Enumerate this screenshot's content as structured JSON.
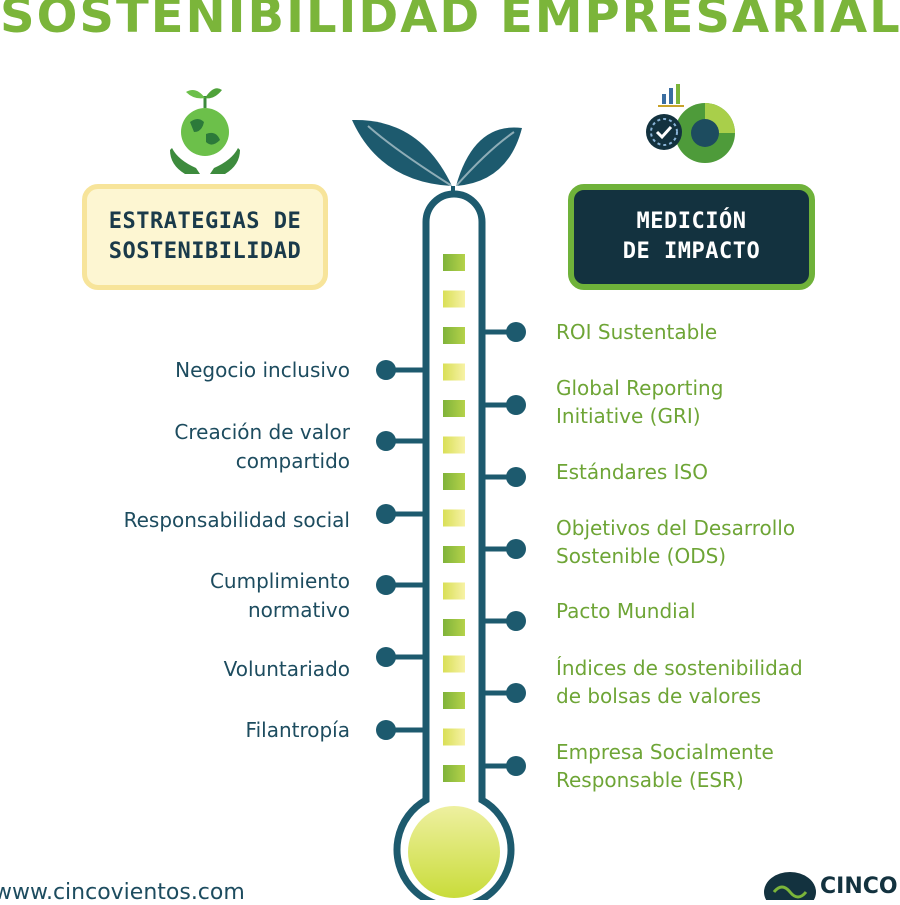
{
  "title": "SOSTENIBILIDAD EMPRESARIAL",
  "left_panel": {
    "heading": "ESTRATEGIAS DE\nSOSTENIBILIDAD",
    "icon": "earth-in-hands-icon",
    "items": [
      "Negocio inclusivo",
      "Creación de valor\ncompartido",
      "Responsabilidad social",
      "Cumplimiento\nnormativo",
      "Voluntariado",
      "Filantropía"
    ]
  },
  "right_panel": {
    "heading": "MEDICIÓN\nDE IMPACTO",
    "icon": "analytics-chart-icon",
    "items": [
      "ROI Sustentable",
      "Global Reporting\nInitiative (GRI)",
      "Estándares ISO",
      "Objetivos del Desarrollo\nSostenible (ODS)",
      "Pacto Mundial",
      "Índices de sostenibilidad\nde bolsas de valores",
      "Empresa Socialmente\nResponsable (ESR)"
    ]
  },
  "footer": {
    "url": "www.cincovientos.com",
    "brand": "CINCO"
  },
  "colors": {
    "green": "#7bb53a",
    "dark_teal": "#13323f",
    "teal": "#1d5a6e",
    "cream": "#fdf6d2"
  }
}
